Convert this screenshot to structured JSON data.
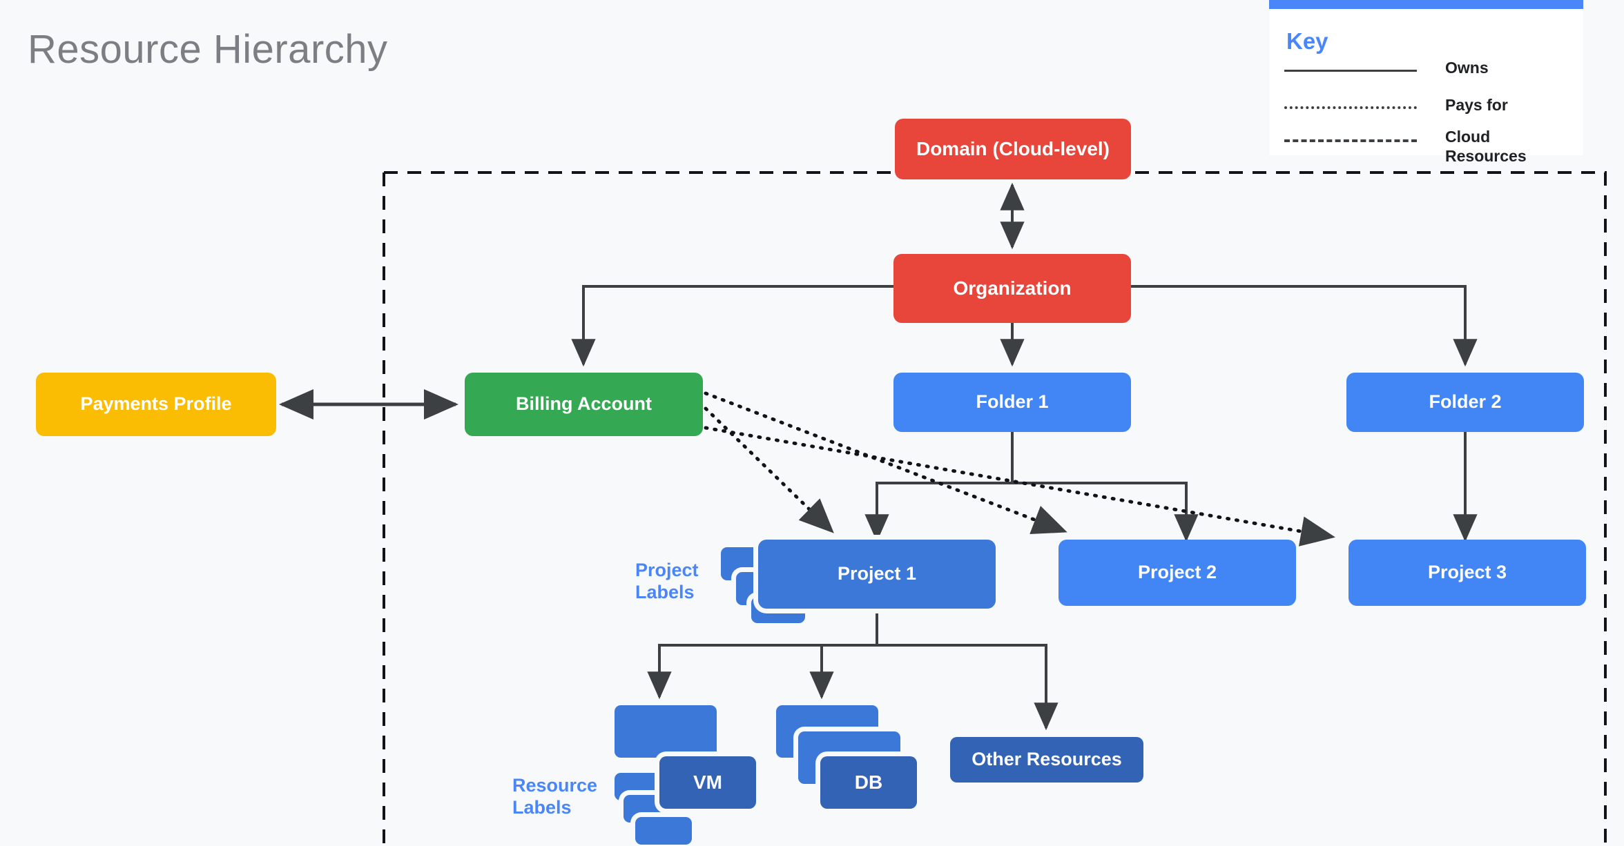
{
  "title": "Resource Hierarchy",
  "theme": {
    "background": "#f7f9fb",
    "title_color": "#7b7f83",
    "red": "#e8463a",
    "yellow": "#fbbc04",
    "green": "#34a853",
    "folder_blue": "#4285f4",
    "project_blue": "#3b78d8",
    "resource_blue": "#3263b4",
    "label_blue": "#4a86f7",
    "line_color": "#3c4043"
  },
  "legend": {
    "heading": "Key",
    "items": [
      {
        "style": "solid",
        "label": "Owns"
      },
      {
        "style": "dotted",
        "label": "Pays for"
      },
      {
        "style": "dashed",
        "label": "Cloud\nResources"
      }
    ]
  },
  "nodes": {
    "domain": "Domain (Cloud-level)",
    "organization": "Organization",
    "payments_profile": "Payments Profile",
    "billing_account": "Billing Account",
    "folder1": "Folder 1",
    "folder2": "Folder 2",
    "project1": "Project 1",
    "project2": "Project 2",
    "project3": "Project 3",
    "vm": "VM",
    "db": "DB",
    "other_resources": "Other Resources"
  },
  "annotations": {
    "project_labels": "Project\nLabels",
    "resource_labels": "Resource\nLabels"
  },
  "edges": [
    {
      "from": "organization",
      "to": "domain",
      "type": "owns",
      "bidirectional": true
    },
    {
      "from": "payments_profile",
      "to": "billing_account",
      "type": "owns",
      "bidirectional": true
    },
    {
      "from": "organization",
      "to": "billing_account",
      "type": "owns"
    },
    {
      "from": "organization",
      "to": "folder1",
      "type": "owns"
    },
    {
      "from": "organization",
      "to": "folder2",
      "type": "owns"
    },
    {
      "from": "folder1",
      "to": "project1",
      "type": "owns"
    },
    {
      "from": "folder1",
      "to": "project2",
      "type": "owns"
    },
    {
      "from": "folder2",
      "to": "project3",
      "type": "owns"
    },
    {
      "from": "billing_account",
      "to": "project1",
      "type": "pays-for"
    },
    {
      "from": "billing_account",
      "to": "project2",
      "type": "pays-for"
    },
    {
      "from": "billing_account",
      "to": "project3",
      "type": "pays-for"
    },
    {
      "from": "project1",
      "to": "vm",
      "type": "owns"
    },
    {
      "from": "project1",
      "to": "db",
      "type": "owns"
    },
    {
      "from": "project1",
      "to": "other_resources",
      "type": "owns"
    }
  ],
  "cloud_resources_boundary": {
    "style": "dashed",
    "label": "Cloud Resources"
  }
}
